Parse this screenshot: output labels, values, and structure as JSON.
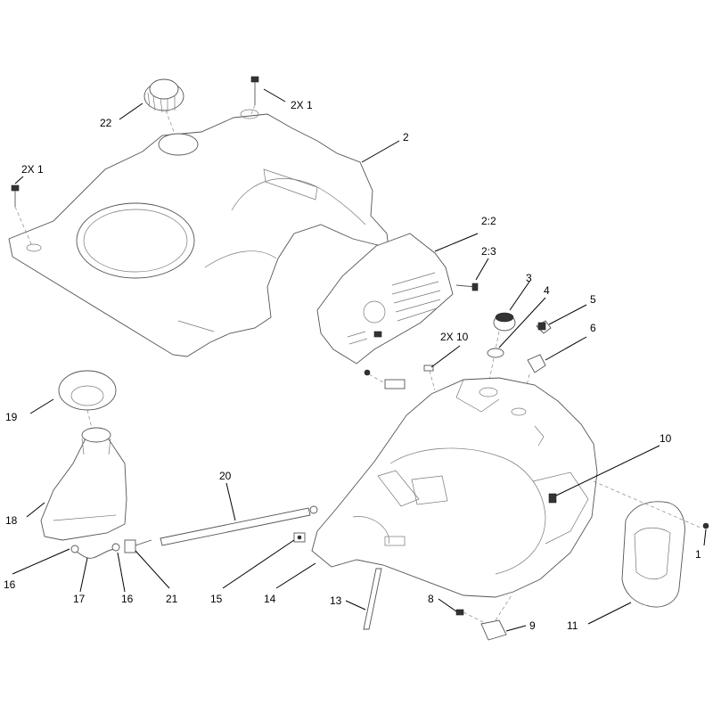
{
  "callouts": {
    "c_22": "22",
    "c_2x1_top": "2X 1",
    "c_2": "2",
    "c_2x1_left": "2X 1",
    "c_2_2": "2:2",
    "c_2_3": "2:3",
    "c_3": "3",
    "c_4": "4",
    "c_5": "5",
    "c_6": "6",
    "c_2x10": "2X 10",
    "c_19": "19",
    "c_10": "10",
    "c_20": "20",
    "c_18": "18",
    "c_1": "1",
    "c_16_left": "16",
    "c_17": "17",
    "c_16_mid": "16",
    "c_21": "21",
    "c_15": "15",
    "c_14": "14",
    "c_13": "13",
    "c_8": "8",
    "c_9": "9",
    "c_11": "11"
  }
}
